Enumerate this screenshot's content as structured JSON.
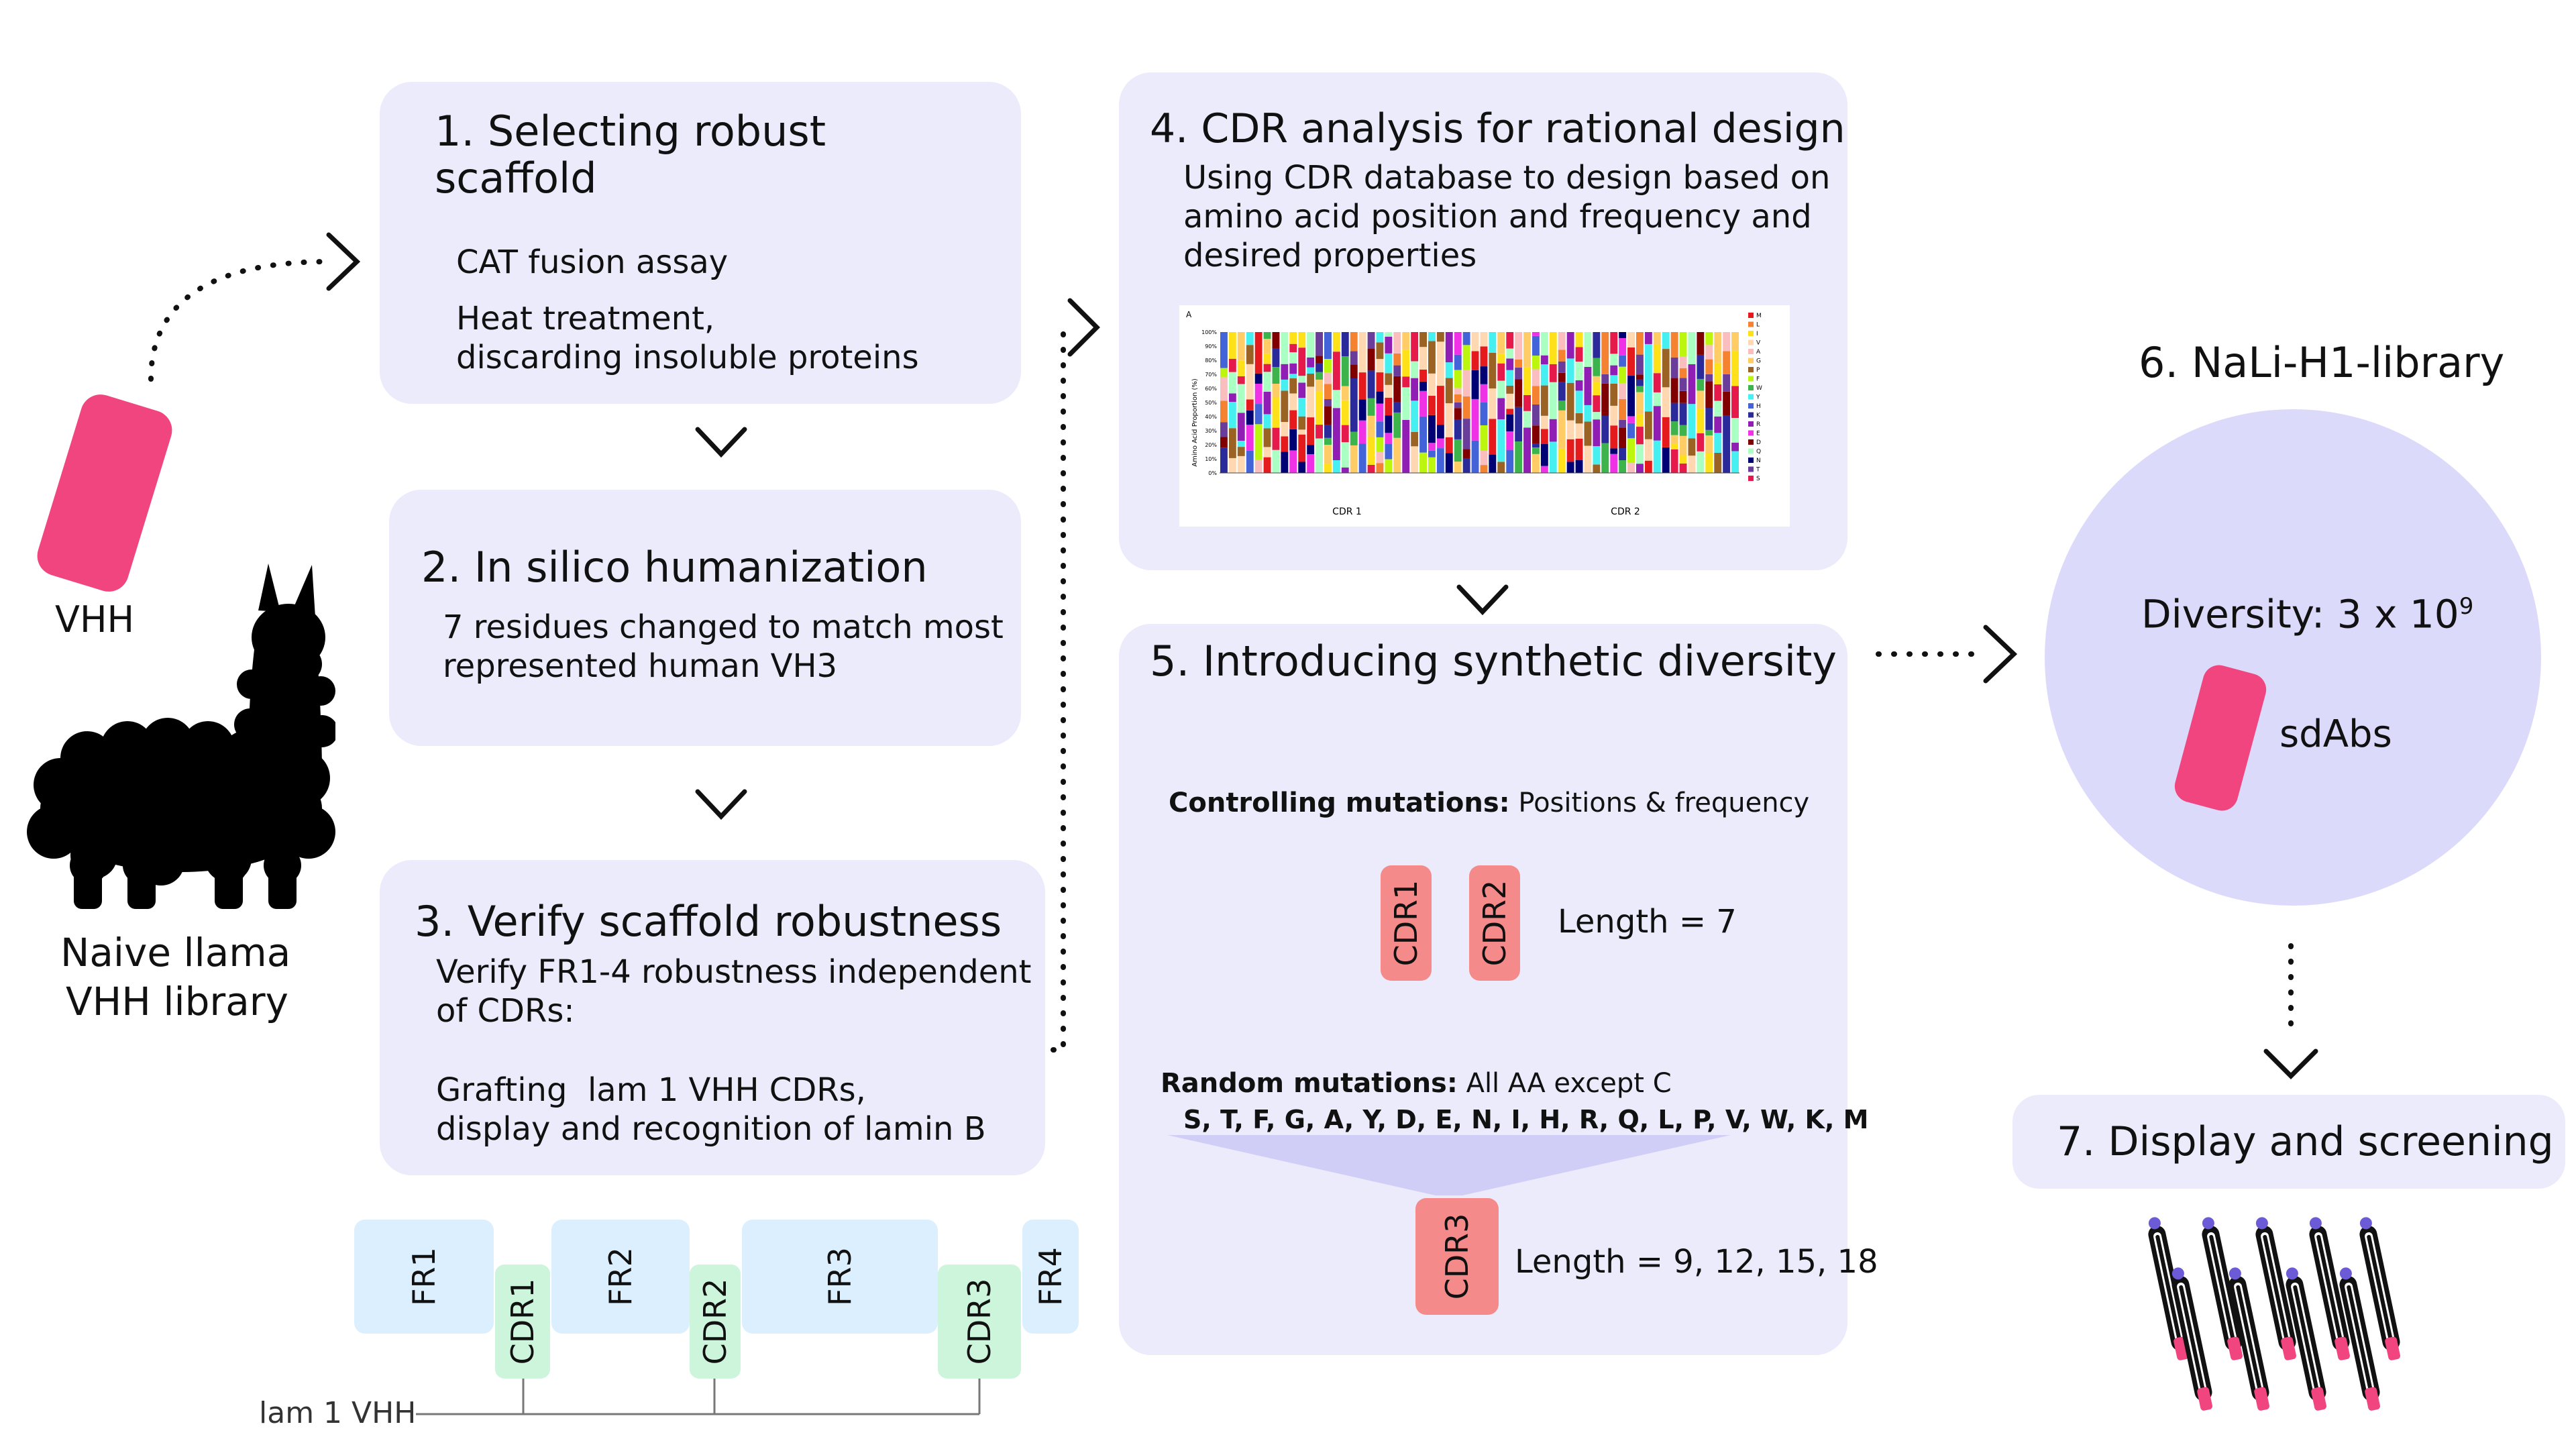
{
  "left": {
    "vhh_label": "VHH",
    "library_line1": "Naive llama",
    "library_line2": "VHH library"
  },
  "steps": {
    "s1": {
      "title_l1": "1. Selecting robust",
      "title_l2": "scaffold",
      "b1": "CAT fusion assay",
      "b2_l1": "Heat treatment,",
      "b2_l2": "discarding insoluble proteins"
    },
    "s2": {
      "title": "2. In silico humanization",
      "b_l1": "7 residues changed to match most",
      "b_l2": "represented human VH3"
    },
    "s3": {
      "title": "3. Verify scaffold robustness",
      "b1_l1": "Verify FR1-4 robustness independent",
      "b1_l2": "of CDRs:",
      "b2_l1": "Grafting  lam 1 VHH CDRs,",
      "b2_l2": "display and recognition of lamin B"
    },
    "s4": {
      "title": "4. CDR analysis for rational design",
      "b_l1": "Using CDR database to design based on",
      "b_l2": "amino acid position and frequency and",
      "b_l3": "desired properties"
    },
    "s5": {
      "title": "5. Introducing synthetic diversity",
      "controlling_bold": "Controlling mutations:",
      "controlling_rest": " Positions & frequency",
      "cdr1": "CDR1",
      "cdr2": "CDR2",
      "length7": "Length = 7",
      "random_bold": "Random mutations:",
      "random_rest": " All AA except C",
      "aa_list": "S, T, F, G, A, Y, D, E, N, I, H, R, Q, L, P, V, W, K, M",
      "cdr3": "CDR3",
      "length3": "Length = 9, 12, 15, 18"
    },
    "s6": {
      "title": "6. NaLi-H1-library",
      "diversity_prefix": "Diversity: 3 x 10",
      "diversity_exp": "9",
      "sdabs": "sdAbs"
    },
    "s7": {
      "title": "7. Display and screening"
    }
  },
  "vhh_domains": {
    "fr1": "FR1",
    "fr2": "FR2",
    "fr3": "FR3",
    "fr4": "FR4",
    "cdr1": "CDR1",
    "cdr2": "CDR2",
    "cdr3": "CDR3",
    "lam_label": "lam 1 VHH"
  },
  "inset_chart": {
    "panel": "A",
    "ylabel": "Amino Acid Proportion (%)",
    "yticks": [
      "100%",
      "90%",
      "80%",
      "70%",
      "60%",
      "50%",
      "40%",
      "30%",
      "20%",
      "10%",
      "0%"
    ],
    "group1": "CDR 1",
    "group2": "CDR 2",
    "legend": [
      "M",
      "L",
      "I",
      "V",
      "A",
      "G",
      "P",
      "F",
      "W",
      "Y",
      "H",
      "K",
      "R",
      "E",
      "D",
      "Q",
      "N",
      "T",
      "S"
    ]
  },
  "colors": {
    "box_bg": "#ecebfb",
    "pink": "#f0457f",
    "cdr_red": "#f58a8a",
    "fr_blue": "#dcefff",
    "cdr_green": "#ccf5dc",
    "library_circle": "#dcdafb"
  }
}
